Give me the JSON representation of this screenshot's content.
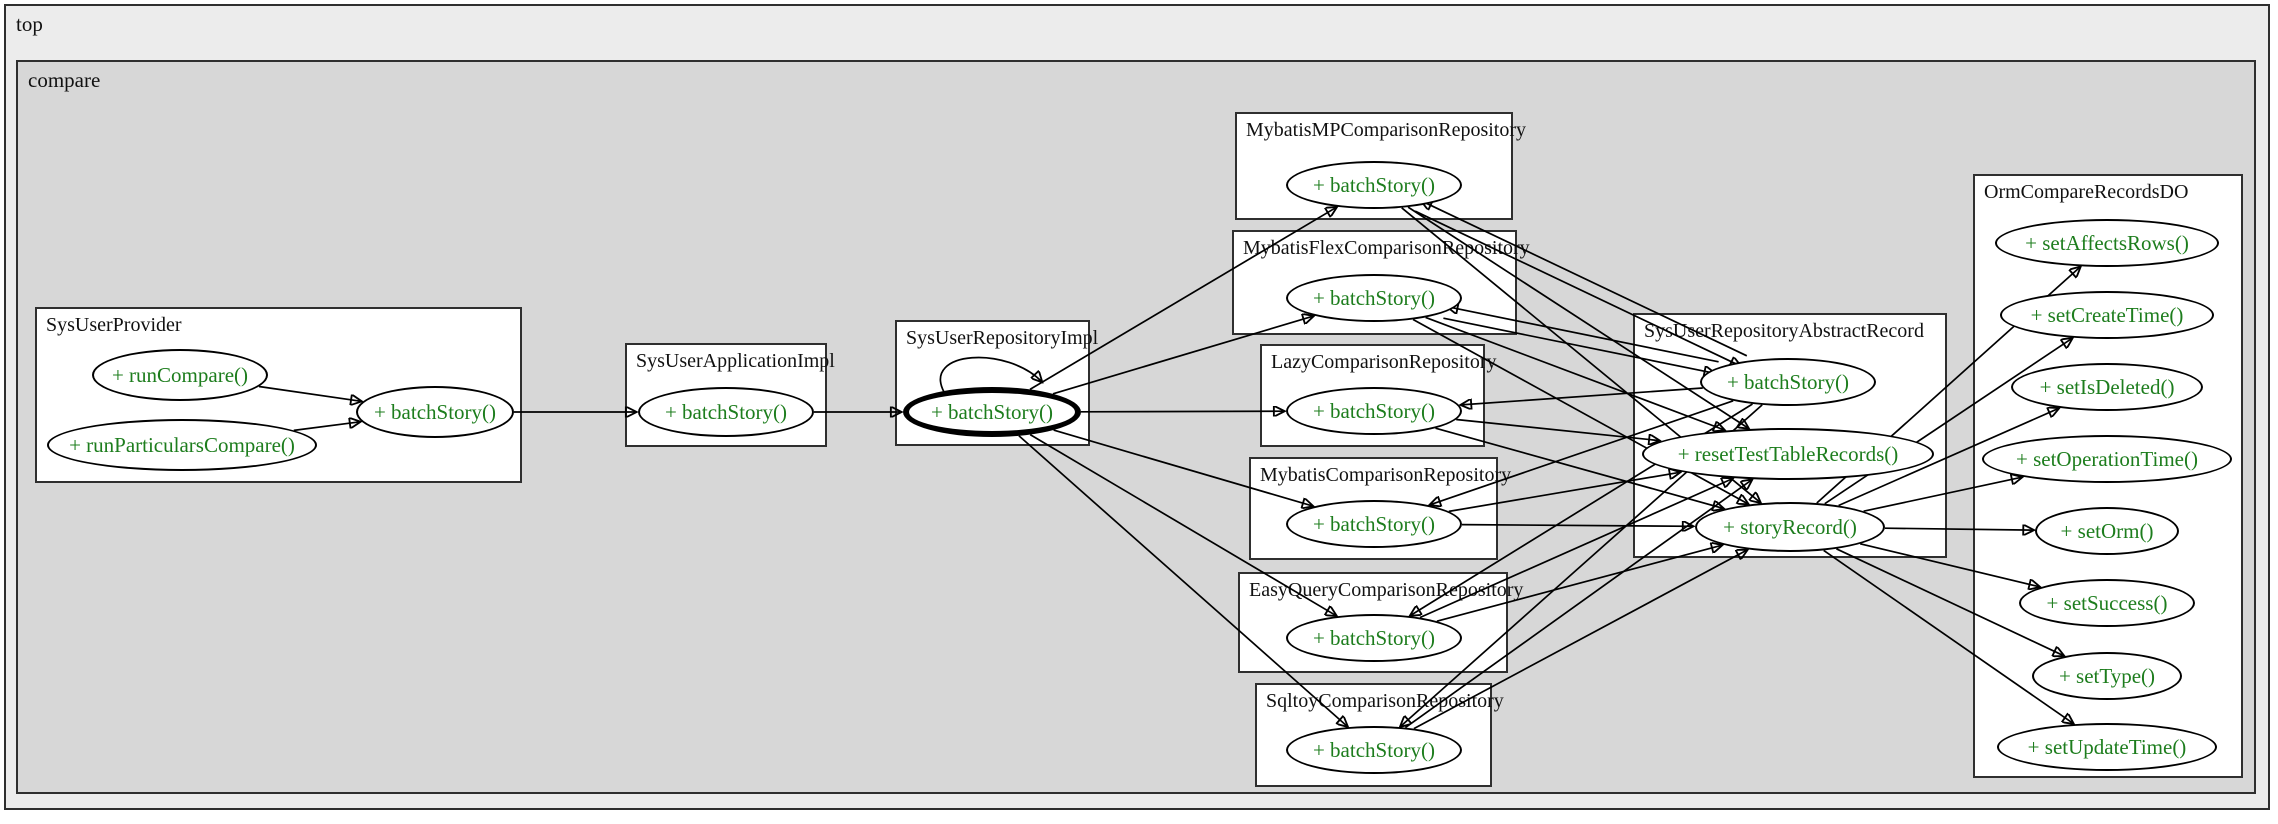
{
  "diagram": {
    "outer_cluster": "top",
    "inner_cluster": "compare",
    "focus_method": "SysUserRepositoryImpl.batchStory()",
    "colors": {
      "method_text": "#1d7d1d",
      "outer_fill": "#ececec",
      "inner_fill": "#d7d7d7",
      "node_fill": "#ffffff",
      "edge": "#000000"
    },
    "classes": [
      {
        "title": "SysUserProvider",
        "methods": [
          {
            "label": "+ runCompare()"
          },
          {
            "label": "+ runParticularsCompare()"
          },
          {
            "label": "+ batchStory()"
          }
        ]
      },
      {
        "title": "SysUserApplicationImpl",
        "methods": [
          {
            "label": "+ batchStory()"
          }
        ]
      },
      {
        "title": "SysUserRepositoryImpl",
        "methods": [
          {
            "label": "+ batchStory()"
          }
        ]
      },
      {
        "title": "MybatisMPComparisonRepository",
        "methods": [
          {
            "label": "+ batchStory()"
          }
        ]
      },
      {
        "title": "MybatisFlexComparisonRepository",
        "methods": [
          {
            "label": "+ batchStory()"
          }
        ]
      },
      {
        "title": "LazyComparisonRepository",
        "methods": [
          {
            "label": "+ batchStory()"
          }
        ]
      },
      {
        "title": "MybatisComparisonRepository",
        "methods": [
          {
            "label": "+ batchStory()"
          }
        ]
      },
      {
        "title": "EasyQueryComparisonRepository",
        "methods": [
          {
            "label": "+ batchStory()"
          }
        ]
      },
      {
        "title": "SqltoyComparisonRepository",
        "methods": [
          {
            "label": "+ batchStory()"
          }
        ]
      },
      {
        "title": "SysUserRepositoryAbstractRecord",
        "methods": [
          {
            "label": "+ batchStory()"
          },
          {
            "label": "+ resetTestTableRecords()"
          },
          {
            "label": "+ storyRecord()"
          }
        ]
      },
      {
        "title": "OrmCompareRecordsDO",
        "methods": [
          {
            "label": "+ setAffectsRows()"
          },
          {
            "label": "+ setCreateTime()"
          },
          {
            "label": "+ setIsDeleted()"
          },
          {
            "label": "+ setOperationTime()"
          },
          {
            "label": "+ setOrm()"
          },
          {
            "label": "+ setSuccess()"
          },
          {
            "label": "+ setType()"
          },
          {
            "label": "+ setUpdateTime()"
          }
        ]
      }
    ],
    "edges": [
      {
        "from": "p.run",
        "to": "p.batch"
      },
      {
        "from": "p.runPart",
        "to": "p.batch"
      },
      {
        "from": "p.batch",
        "to": "app.batch"
      },
      {
        "from": "app.batch",
        "to": "impl.batch"
      },
      {
        "from": "impl.batch",
        "to": "impl.batch"
      },
      {
        "from": "impl.batch",
        "to": "mp.batch"
      },
      {
        "from": "impl.batch",
        "to": "flex.batch"
      },
      {
        "from": "impl.batch",
        "to": "lazy.batch"
      },
      {
        "from": "impl.batch",
        "to": "myb.batch"
      },
      {
        "from": "impl.batch",
        "to": "eq.batch"
      },
      {
        "from": "impl.batch",
        "to": "sq.batch"
      },
      {
        "from": "abs.batch",
        "to": "mp.batch"
      },
      {
        "from": "abs.batch",
        "to": "flex.batch"
      },
      {
        "from": "abs.batch",
        "to": "lazy.batch"
      },
      {
        "from": "abs.batch",
        "to": "myb.batch"
      },
      {
        "from": "abs.batch",
        "to": "eq.batch"
      },
      {
        "from": "abs.batch",
        "to": "sq.batch"
      },
      {
        "from": "mp.batch",
        "to": "abs.batch"
      },
      {
        "from": "flex.batch",
        "to": "abs.batch"
      },
      {
        "from": "mp.batch",
        "to": "abs.reset"
      },
      {
        "from": "flex.batch",
        "to": "abs.reset"
      },
      {
        "from": "lazy.batch",
        "to": "abs.reset"
      },
      {
        "from": "myb.batch",
        "to": "abs.reset"
      },
      {
        "from": "eq.batch",
        "to": "abs.reset"
      },
      {
        "from": "sq.batch",
        "to": "abs.reset"
      },
      {
        "from": "mp.batch",
        "to": "abs.story"
      },
      {
        "from": "flex.batch",
        "to": "abs.story"
      },
      {
        "from": "lazy.batch",
        "to": "abs.story"
      },
      {
        "from": "myb.batch",
        "to": "abs.story"
      },
      {
        "from": "eq.batch",
        "to": "abs.story"
      },
      {
        "from": "sq.batch",
        "to": "abs.story"
      },
      {
        "from": "abs.story",
        "to": "do.affects"
      },
      {
        "from": "abs.story",
        "to": "do.create"
      },
      {
        "from": "abs.story",
        "to": "do.deleted"
      },
      {
        "from": "abs.story",
        "to": "do.operation"
      },
      {
        "from": "abs.story",
        "to": "do.orm"
      },
      {
        "from": "abs.story",
        "to": "do.success"
      },
      {
        "from": "abs.story",
        "to": "do.type"
      },
      {
        "from": "abs.story",
        "to": "do.update"
      }
    ]
  }
}
